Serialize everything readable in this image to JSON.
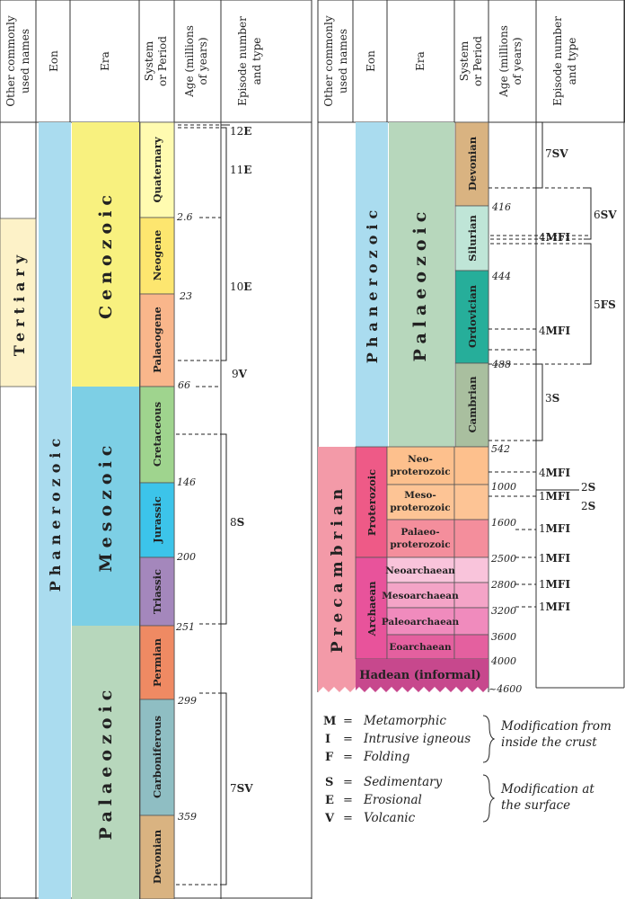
{
  "headers": {
    "other": [
      "Other commonly",
      "used names"
    ],
    "eon": "Eon",
    "era": "Era",
    "system": [
      "System",
      "or Period"
    ],
    "age": [
      "Age (millions",
      "of years)"
    ],
    "episode": [
      "Episode number",
      "and type"
    ]
  },
  "left": {
    "other_name": "Tertiary",
    "eon": "Phanerozoic",
    "eras": [
      "Cenozoic",
      "Mesozoic",
      "Palaeozoic"
    ],
    "periods": [
      "Quaternary",
      "Neogene",
      "Palaeogene",
      "Cretaceous",
      "Jurassic",
      "Triassic",
      "Permian",
      "Carboniferous",
      "Devonian"
    ],
    "ages": [
      "2.6",
      "23",
      "66",
      "146",
      "200",
      "251",
      "299",
      "359"
    ],
    "episodes": [
      {
        "num": "12",
        "type": "E"
      },
      {
        "num": "11",
        "type": "E"
      },
      {
        "num": "10",
        "type": "E"
      },
      {
        "num": "9",
        "type": "V"
      },
      {
        "num": "8",
        "type": "S"
      },
      {
        "num": "7",
        "type": "SV"
      }
    ]
  },
  "right": {
    "eons": [
      "Phanerozoic",
      "Precambrian"
    ],
    "eras": [
      "Palaeozoic",
      "Proterozoic",
      "Archaean",
      "Hadean (informal)"
    ],
    "periods": [
      "Devonian",
      "Silurian",
      "Ordovician",
      "Cambrian"
    ],
    "proterozoic": [
      [
        "Neo-",
        "proterozoic"
      ],
      [
        "Meso-",
        "proterozoic"
      ],
      [
        "Palaeo-",
        "proterozoic"
      ]
    ],
    "archaean": [
      "Neoarchaean",
      "Mesoarchaean",
      "Paleoarchaean",
      "Eoarchaean"
    ],
    "ages": [
      "416",
      "444",
      "488",
      "542",
      "1000",
      "1600",
      "2500",
      "2800",
      "3200",
      "3600",
      "4000",
      "~4600"
    ],
    "episodes": [
      {
        "num": "7",
        "type": "SV"
      },
      {
        "num": "6",
        "type": "SV"
      },
      {
        "num": "4",
        "type": "MFI"
      },
      {
        "num": "5",
        "type": "FS"
      },
      {
        "num": "4",
        "type": "MFI"
      },
      {
        "num": "3",
        "type": "S"
      },
      {
        "num": "4",
        "type": "MFI"
      },
      {
        "num": "2",
        "type": "S"
      },
      {
        "num": "1",
        "type": "MFI"
      },
      {
        "num": "2",
        "type": "S"
      },
      {
        "num": "1",
        "type": "MFI"
      },
      {
        "num": "1",
        "type": "MFI"
      },
      {
        "num": "1",
        "type": "MFI"
      },
      {
        "num": "1",
        "type": "MFI"
      }
    ]
  },
  "legend": {
    "group1": [
      {
        "code": "M",
        "eq": "=",
        "name": "Metamorphic"
      },
      {
        "code": "I",
        "eq": "=",
        "name": "Intrusive igneous"
      },
      {
        "code": "F",
        "eq": "=",
        "name": "Folding"
      }
    ],
    "group1_note": [
      "Modification from",
      "inside the crust"
    ],
    "group2": [
      {
        "code": "S",
        "eq": "=",
        "name": "Sedimentary"
      },
      {
        "code": "E",
        "eq": "=",
        "name": "Erosional"
      },
      {
        "code": "V",
        "eq": "=",
        "name": "Volcanic"
      }
    ],
    "group2_note": [
      "Modification at",
      "the surface"
    ]
  },
  "colors": {
    "tertiary": "#fdf2c8",
    "phanerozoic": "#aadcef",
    "cenozoic": "#f8f17f",
    "mesozoic": "#7dcfe5",
    "palaeozoic": "#b7d7bc",
    "quaternary": "#fffbb0",
    "neogene": "#fde66f",
    "palaeogene": "#f9b68b",
    "cretaceous": "#9fd48e",
    "jurassic": "#3cc4ea",
    "triassic": "#a487bc",
    "permian": "#ef8a63",
    "carboniferous": "#8fbec3",
    "devonian": "#d9b381",
    "silurian": "#bfe5d7",
    "ordovician": "#26ae9a",
    "cambrian": "#a9bf9f",
    "precambrian": "#f39aa8",
    "proterozoic": "#ee5a87",
    "neoprot": "#fdc08d",
    "mesoprot": "#fdc495",
    "palaeoprot": "#f48e9c",
    "archaean": "#e8539b",
    "neoarch": "#f9c4db",
    "mesoarch": "#f4a4c7",
    "paleoarch": "#f08bbd",
    "eoarch": "#e4609f",
    "hadean": "#c7488d"
  }
}
